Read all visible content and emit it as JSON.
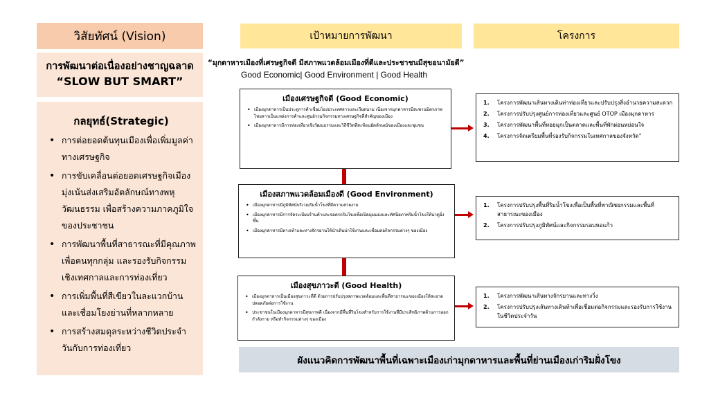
{
  "vision": {
    "header": "วิสัยทัศน์ (Vision)",
    "line1": "การพัฒนาต่อเนื่องอย่างชาญฉลาด",
    "line2": "“SLOW BUT SMART”"
  },
  "strategy": {
    "title": "กลยุทธ์(Strategic)",
    "items": [
      "การต่อยอดต้นทุนเมืองเพื่อเพิ่มมูลค่าทางเศรษฐกิจ",
      "การขับเคลื่อนต่อยอดเศรษฐกิจเมืองมุ่งเน้นส่งเสริมอัตลักษณ์ทางพหุวัฒนธรรม เพื่อสร้างความภาคภูมิใจของประชาชน",
      "การพัฒนาพื้นที่สาธารณะที่มีคุณภาพเพื่อคนทุกกลุ่ม และรองรับกิจกรรมเชิงเทศกาลและการท่องเที่ยว",
      "การเพิ่มพื้นที่สีเขียวในละแวกบ้านและเชื่อมโยงย่านที่หลากหลาย",
      "การสร้างสมดุลระหว่างชีวิตประจำวันกับการท่องเที่ยว"
    ]
  },
  "headers": {
    "goal": "เป้าหมายการพัฒนา",
    "project": "โครงการ"
  },
  "slogan": {
    "thai": "“มุกดาหารเมืองที่เศรษฐกิจดี มีสภาพแวดล้อมเมืองที่ดีและประชาชนมีสุขอนามัยดี”",
    "english": "Good Economic| Good Environment  | Good Health"
  },
  "goals": [
    {
      "title": "เมืองเศรษฐกิจดี (Good Economic)",
      "bullets": [
        "เมืองมุกดาหารเป็นประตูการค้าเชื่อมโยงประเทศลาวและเวียดนาม เนื่องจากมุกดาหารมีสะพานมิตรภาพไทยลาวเป็นแหล่งการค้าและศูนย์รวมกิจกรรมทางเศรษฐกิจที่สำคัญของเมือง",
        "เมืองมุกดาหารมีการท่องเที่ยวเชิงวัฒนธรรมและวิถีชีวิตที่สะท้อนอัตลักษณ์ของเมืองและชุมชน"
      ]
    },
    {
      "title": "เมืองสภาพแวดล้อมเมืองดี (Good Environment)",
      "bullets": [
        "เมืองมุกดาหารมีภูมิทัศน์บริเวณริมน้ำโขงที่มีความสวยงาม",
        "เมืองมุกดาหารมีการจัดระเบียบร้านค้าและจอดรถริมโขงเพื่อเปิดมุมมองและทัศนียภาพริมน้ำโขงให้น่าดูยิ่งขึ้น",
        "เมืองมุกดาหารมีทางเท้าและทางจักรยานให้นำเดินน่าใช้งานและเชื่อมต่อกิจกรรมต่างๆ ของเมือง"
      ]
    },
    {
      "title": "เมืองสุขภาวะดี (Good Health)",
      "bullets": [
        "เมืองมุกดาหารเป็นเมืองสุขภาวะที่ดี ด้วยการปรับปรุงสภาพแวดล้อมและพื้นที่สาธารณะของเมืองให้สะอาดปลอดภัยต่อการใช้งาน",
        "ประชาชนในเมืองมุกดาหารมีสุขภาพดี เนื่องจากมีพื้นที่ริมโขงสำหรับการใช้งานที่มีประสิทธิภาพด้านการออกกำลังกาย หรือทำกิจกรรมต่างๆ ของเมือง"
      ]
    }
  ],
  "projects": [
    {
      "items": [
        {
          "num": "1.",
          "text": "โครงการพัฒนาเส้นทางเดินท่าท่องเที่ยวและปรับปรุงสิ่งอำนวยความสะดวก"
        },
        {
          "num": "2.",
          "text": "โครงการปรับปรุงศูนย์การท่องเที่ยวและศูนย์ OTOP เมืองมุกดาหาร"
        },
        {
          "num": "3.",
          "text": "โครงการพัฒนาพื้นที่หอยมุกเป็นตลาดและพื้นที่พักผ่อนหย่อนใจ"
        },
        {
          "num": "4.",
          "text": "โครงการจัดเตรียมพื้นที่รองรับกิจกรรมในเทศกาลของจังหวัด”"
        }
      ]
    },
    {
      "items": [
        {
          "num": "1.",
          "text": "โครงการปรับปรุงพื้นที่ริมน้ำโขงเพื่อเป็นพื้นที่พาณิชยกรรมและพื้นที่สาธารณะของเมือง"
        },
        {
          "num": "2.",
          "text": "โครงการปรับปรุงภูมิทัศน์และกิจกรรมรอบหอแก้ว"
        }
      ]
    },
    {
      "items": [
        {
          "num": "1.",
          "text": "โครงการพัฒนาเส้นทางจักรยานและทางวิ่ง"
        },
        {
          "num": "2.",
          "text": "โครงการปรับปรุงเส้นทางเดินท้าเพื่อเชื่อมต่อกิจกรรมและรองรับการใช้งานในชีวิตประจำวัน"
        }
      ]
    }
  ],
  "footer": "ผังแนวคิดการพัฒนาพื้นที่เฉพาะเมืองเก่ามุกดาหารและพื้นที่ย่านเมืองเก่าริมฝั่งโขง",
  "colors": {
    "vision_header": "#f8cbad",
    "vision_body": "#fbe5d6",
    "column_header": "#ffe699",
    "connector": "#c00000",
    "footer_bar": "#d6dce4"
  }
}
